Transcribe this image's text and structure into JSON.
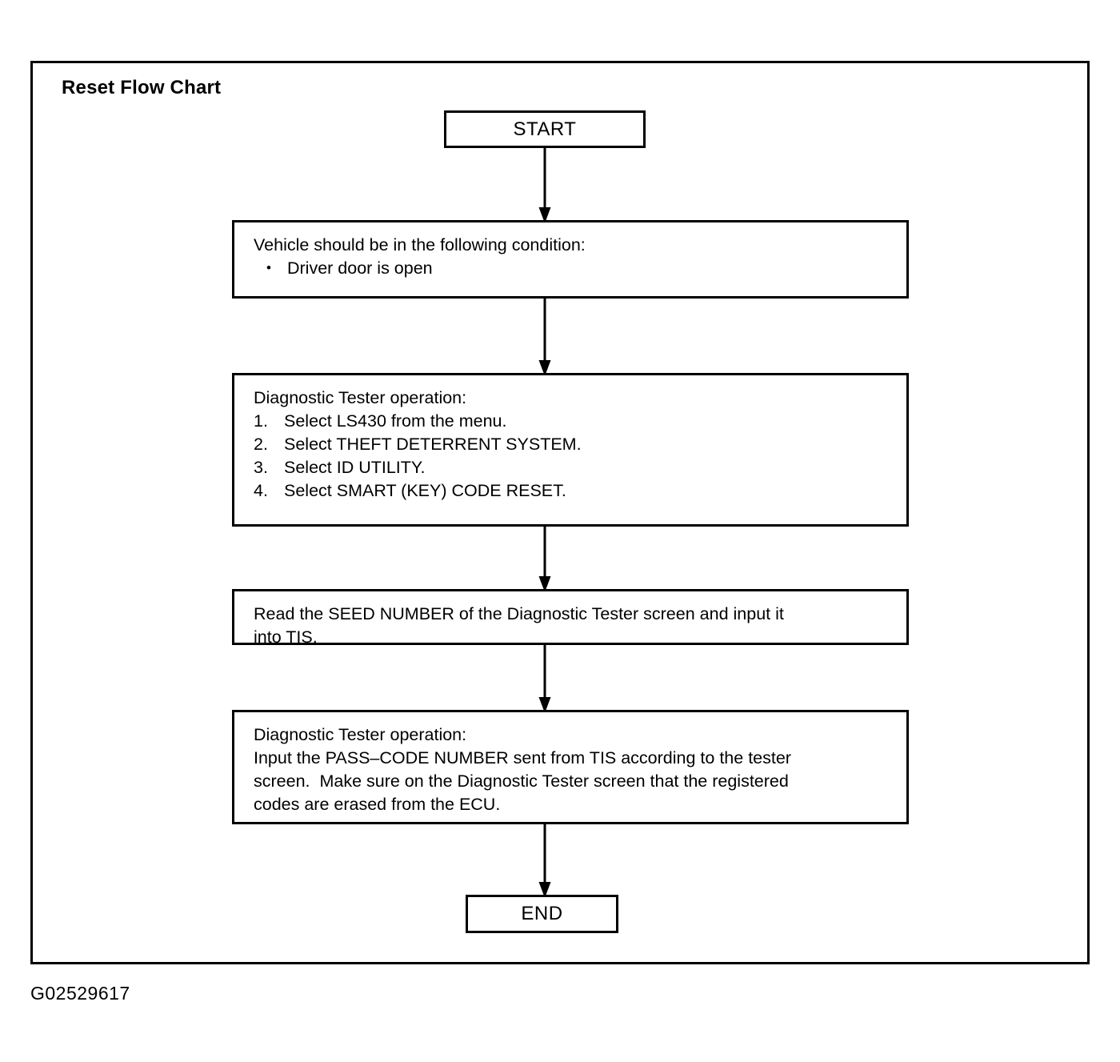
{
  "chart_data": {
    "type": "diagram",
    "diagram_kind": "flowchart",
    "title": "Reset Flow Chart",
    "orientation": "top-to-bottom",
    "nodes": [
      {
        "id": "start",
        "shape": "terminal",
        "label": "START"
      },
      {
        "id": "condition",
        "shape": "process",
        "heading": "Vehicle should be in the following condition:",
        "bullets": [
          "Driver door is open"
        ]
      },
      {
        "id": "tester_ops",
        "shape": "process",
        "heading": "Diagnostic Tester operation:",
        "steps": [
          "Select LS430 from the menu.",
          "Select THEFT DETERRENT SYSTEM.",
          "Select ID UTILITY.",
          "Select SMART (KEY) CODE RESET."
        ]
      },
      {
        "id": "seed",
        "shape": "process",
        "lines": [
          "Read the SEED NUMBER of the Diagnostic Tester screen and input it",
          "into TIS."
        ]
      },
      {
        "id": "passcode",
        "shape": "process",
        "lines": [
          "Diagnostic Tester operation:",
          "Input the PASS–CODE NUMBER sent from TIS according to the tester",
          "screen.  Make sure on the Diagnostic Tester screen that the registered",
          "codes are erased from the ECU."
        ]
      },
      {
        "id": "end",
        "shape": "terminal",
        "label": "END"
      }
    ],
    "edges": [
      {
        "from": "start",
        "to": "condition",
        "style": "arrow-down"
      },
      {
        "from": "condition",
        "to": "tester_ops",
        "style": "arrow-down"
      },
      {
        "from": "tester_ops",
        "to": "seed",
        "style": "arrow-down"
      },
      {
        "from": "seed",
        "to": "passcode",
        "style": "arrow-down"
      },
      {
        "from": "passcode",
        "to": "end",
        "style": "arrow-down"
      }
    ],
    "figure_code": "G02529617",
    "colors": {
      "stroke": "#000000",
      "fill": "#ffffff",
      "text": "#000000"
    }
  },
  "chart": {
    "title": "Reset Flow Chart",
    "figure_code": "G02529617"
  },
  "nodes": {
    "start": {
      "label": "START"
    },
    "condition": {
      "heading": "Vehicle should be in the following condition:",
      "bullets": [
        "Driver door is open"
      ]
    },
    "tester_ops": {
      "heading": "Diagnostic Tester operation:",
      "steps": [
        "Select LS430 from the menu.",
        "Select THEFT DETERRENT SYSTEM.",
        "Select ID UTILITY.",
        "Select SMART (KEY) CODE RESET."
      ]
    },
    "seed": {
      "line1": "Read the SEED NUMBER of the Diagnostic Tester screen and input it",
      "line2": "into TIS."
    },
    "passcode": {
      "line1": "Diagnostic Tester operation:",
      "line2": "Input the PASS–CODE NUMBER sent from TIS according to the tester",
      "line3": "screen.  Make sure on the Diagnostic Tester screen that the registered",
      "line4": "codes are erased from the ECU."
    },
    "end": {
      "label": "END"
    }
  }
}
